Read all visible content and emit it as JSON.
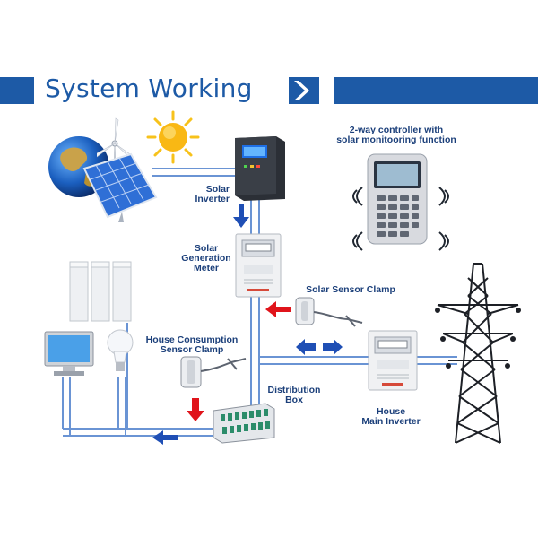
{
  "header": {
    "title": "System Working"
  },
  "labels": {
    "controller": "2-way controller with\nsolar monitooring function",
    "solar_inverter": "Solar\nInverter",
    "solar_generation_meter": "Solar\nGeneration\nMeter",
    "solar_sensor_clamp": "Solar Sensor Clamp",
    "house_consumption_clamp": "House Consumption\nSensor Clamp",
    "distribution_box": "Distribution\nBox",
    "house_main_inverter": "House\nMain Inverter"
  },
  "colors": {
    "title_blue": "#1d5aa6",
    "bar_blue": "#1d5aa6",
    "wire_blue": "#6a94d4",
    "label_blue": "#1b3f7a",
    "arrow_blue": "#1f4fb5",
    "arrow_red": "#e0141b",
    "sun_yellow": "#f7c21b"
  },
  "icons": [
    "earth-icon",
    "solar-panel-icon",
    "wind-turbine-icon",
    "sun-icon",
    "inverter-icon",
    "controller-icon",
    "wireless-signal-icon",
    "meter-icon",
    "clamp-icon",
    "battery-icon",
    "monitor-icon",
    "light-bulb-icon",
    "distribution-box-icon",
    "power-tower-icon",
    "arrow-icon"
  ]
}
